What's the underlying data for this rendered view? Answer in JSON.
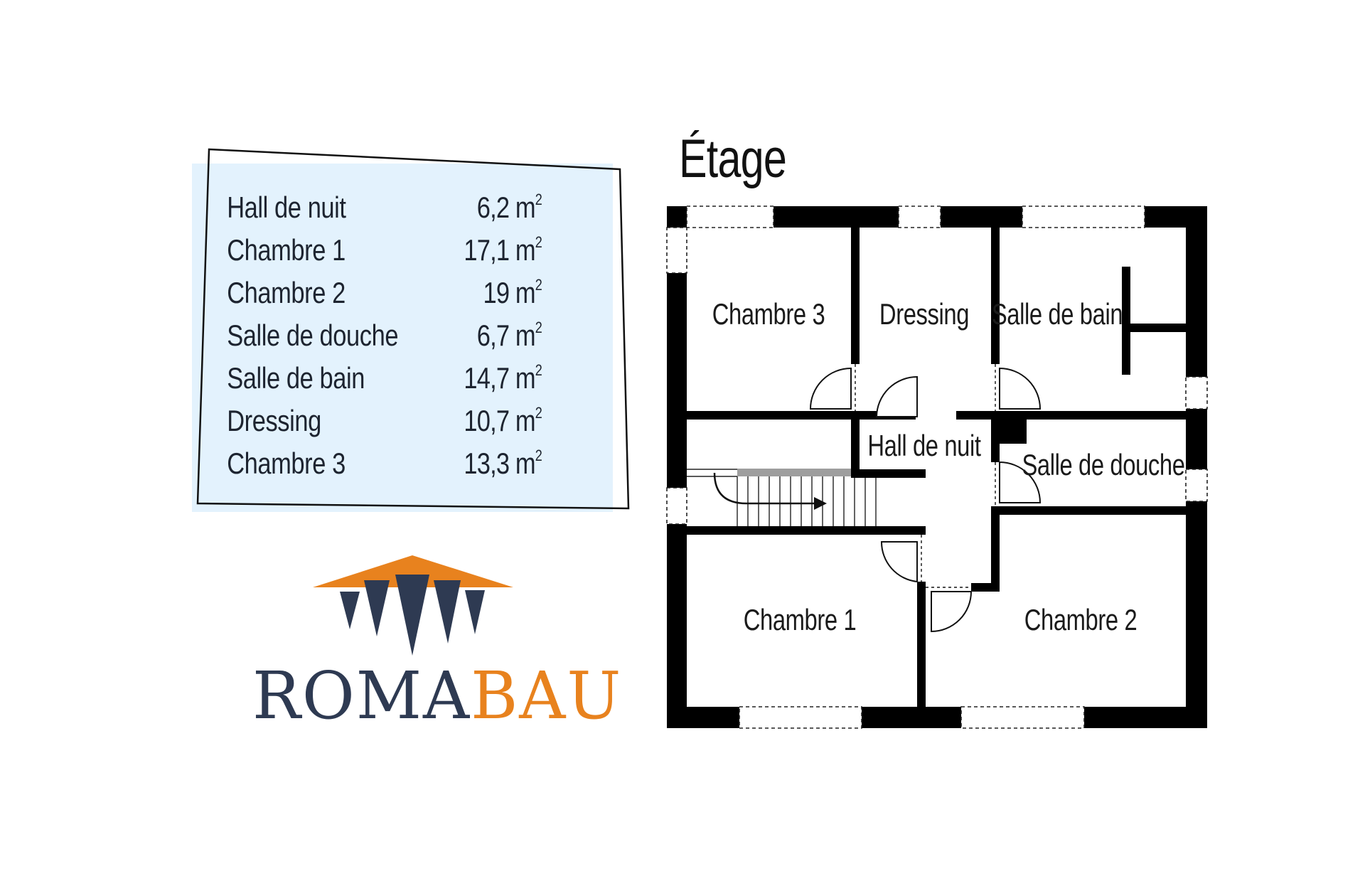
{
  "areas": [
    {
      "name": "Hall de nuit",
      "value": "6,2 m",
      "unit_exp": "2"
    },
    {
      "name": "Chambre 1",
      "value": "17,1 m",
      "unit_exp": "2"
    },
    {
      "name": "Chambre 2",
      "value": "19 m",
      "unit_exp": "2"
    },
    {
      "name": "Salle de douche",
      "value": "6,7 m",
      "unit_exp": "2"
    },
    {
      "name": "Salle de bain",
      "value": "14,7 m",
      "unit_exp": "2"
    },
    {
      "name": "Dressing",
      "value": "10,7 m",
      "unit_exp": "2"
    },
    {
      "name": "Chambre 3",
      "value": "13,3 m",
      "unit_exp": "2"
    }
  ],
  "plan": {
    "title": "Étage",
    "rooms": {
      "chambre3": "Chambre 3",
      "dressing": "Dressing",
      "salle_bain": "Salle de bain",
      "hall": "Hall de nuit",
      "salle_douche": "Salle de douche",
      "chambre1": "Chambre 1",
      "chambre2": "Chambre 2"
    }
  },
  "logo": {
    "part1": "ROMA",
    "part2": "BAU"
  },
  "colors": {
    "table_bg": "#e3f2fd",
    "wall": "#000000",
    "logo_blue": "#2e3a52",
    "logo_orange": "#e8821e"
  }
}
